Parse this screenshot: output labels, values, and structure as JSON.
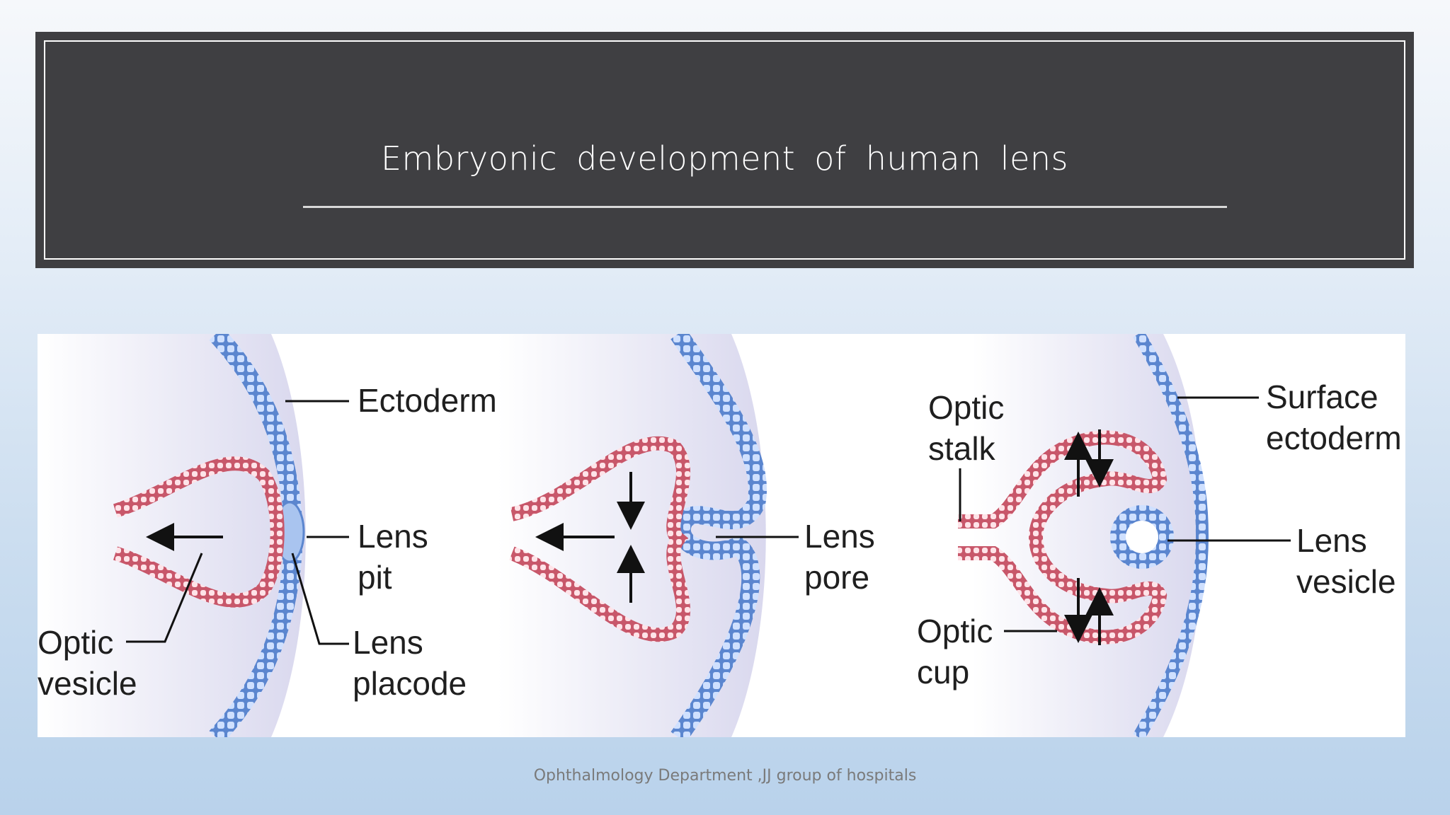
{
  "slide": {
    "title": "Embryonic  development  of  human  lens",
    "footer": "Ophthalmology Department ,JJ group of hospitals"
  },
  "diagram": {
    "panel1": {
      "ectoderm": "Ectoderm",
      "lens_pit_1": "Lens",
      "lens_pit_2": "pit",
      "optic_vesicle_1": "Optic",
      "optic_vesicle_2": "vesicle",
      "lens_placode_1": "Lens",
      "lens_placode_2": "placode"
    },
    "panel2": {
      "lens_pore_1": "Lens",
      "lens_pore_2": "pore"
    },
    "panel3": {
      "optic_stalk_1": "Optic",
      "optic_stalk_2": "stalk",
      "surface_ectoderm_1": "Surface",
      "surface_ectoderm_2": "ectoderm",
      "lens_vesicle_1": "Lens",
      "lens_vesicle_2": "vesicle",
      "optic_cup_1": "Optic",
      "optic_cup_2": "cup"
    },
    "colors": {
      "ectoderm_blue": "#5b86cf",
      "optic_red": "#c8576a",
      "background_shade": "#dcdcf0"
    }
  }
}
